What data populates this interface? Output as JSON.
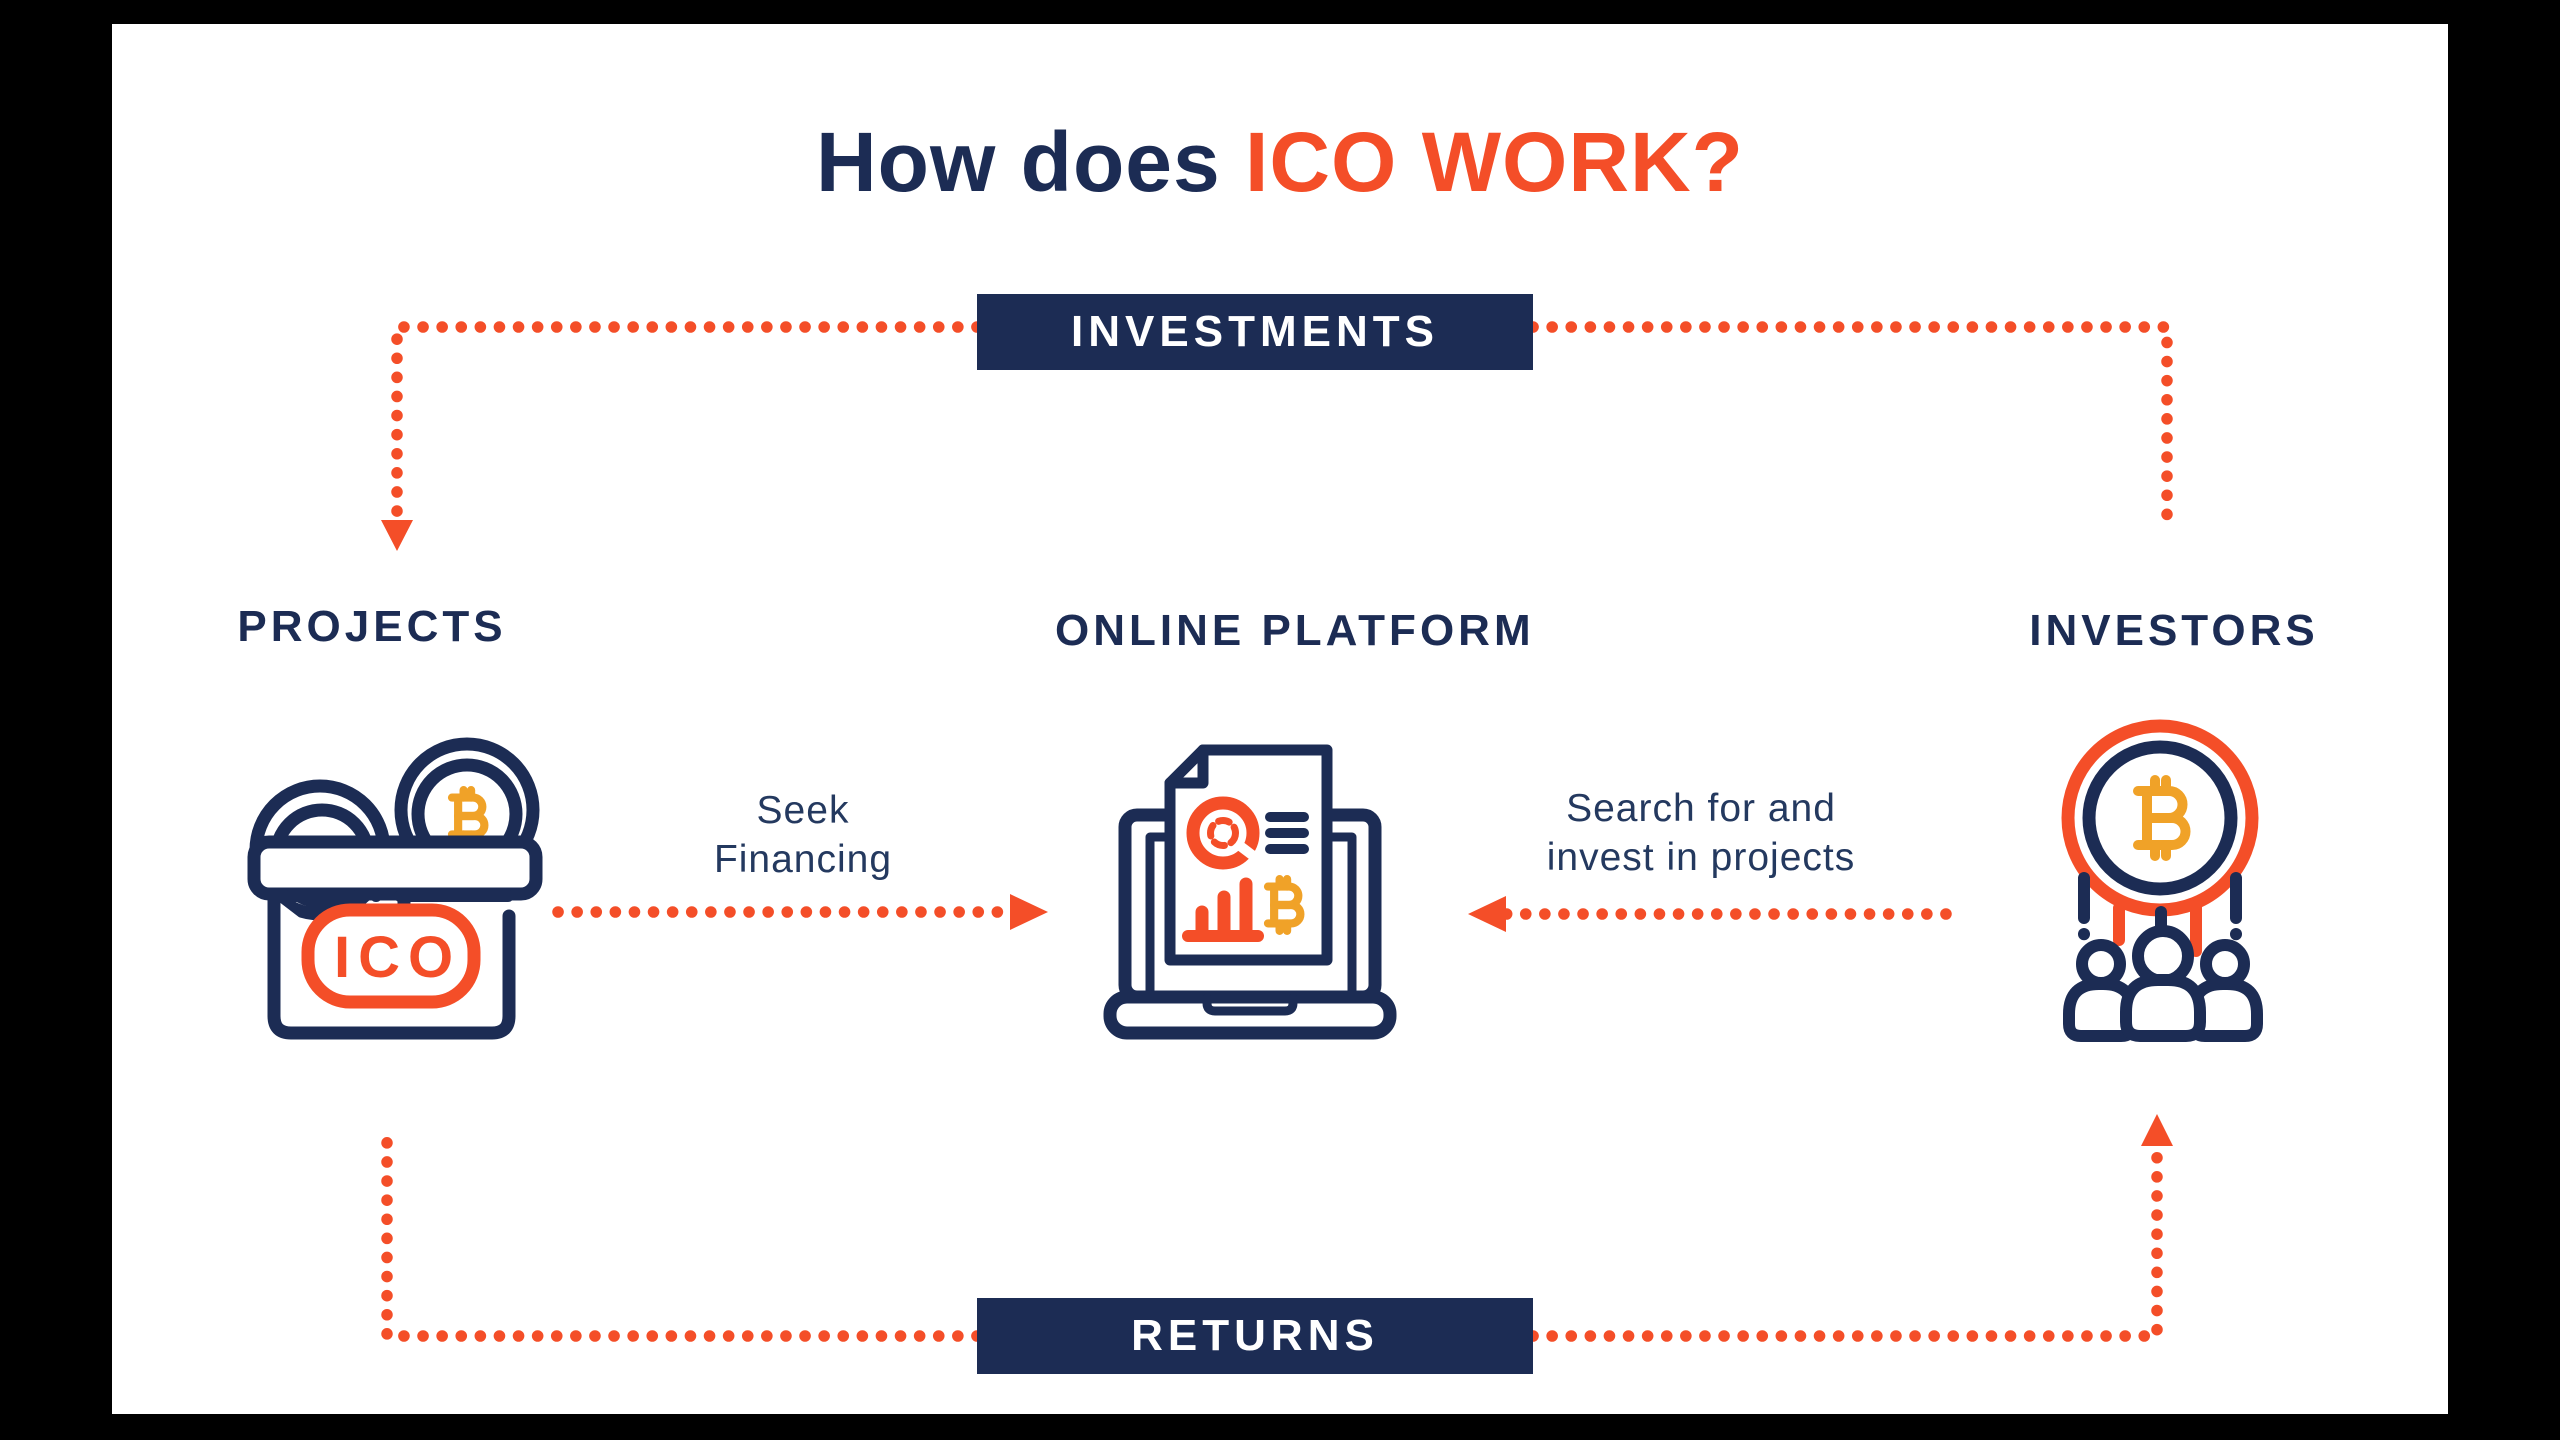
{
  "title": {
    "prefix": "How does",
    "highlight": "ICO WORK?"
  },
  "flows": {
    "investments_label": "INVESTMENTS",
    "returns_label": "RETURNS"
  },
  "nodes": {
    "projects": {
      "label": "PROJECTS",
      "icon": "ico-basket-with-coins-icon"
    },
    "online_platform": {
      "label": "ONLINE PLATFORM",
      "icon": "laptop-crypto-report-icon"
    },
    "investors": {
      "label": "INVESTORS",
      "icon": "bitcoin-coin-crowd-icon"
    }
  },
  "edges": {
    "seek_financing": {
      "line1": "Seek",
      "line2": "Financing"
    },
    "search_invest": {
      "line1": "Search for and",
      "line2": "invest in projects"
    }
  },
  "icons": {
    "ico_label": "ICO"
  },
  "colors": {
    "navy": "#1c2c54",
    "orange": "#f44e28",
    "gold": "#f0a228",
    "canvas": "#ffffff",
    "letterbox": "#000000"
  }
}
